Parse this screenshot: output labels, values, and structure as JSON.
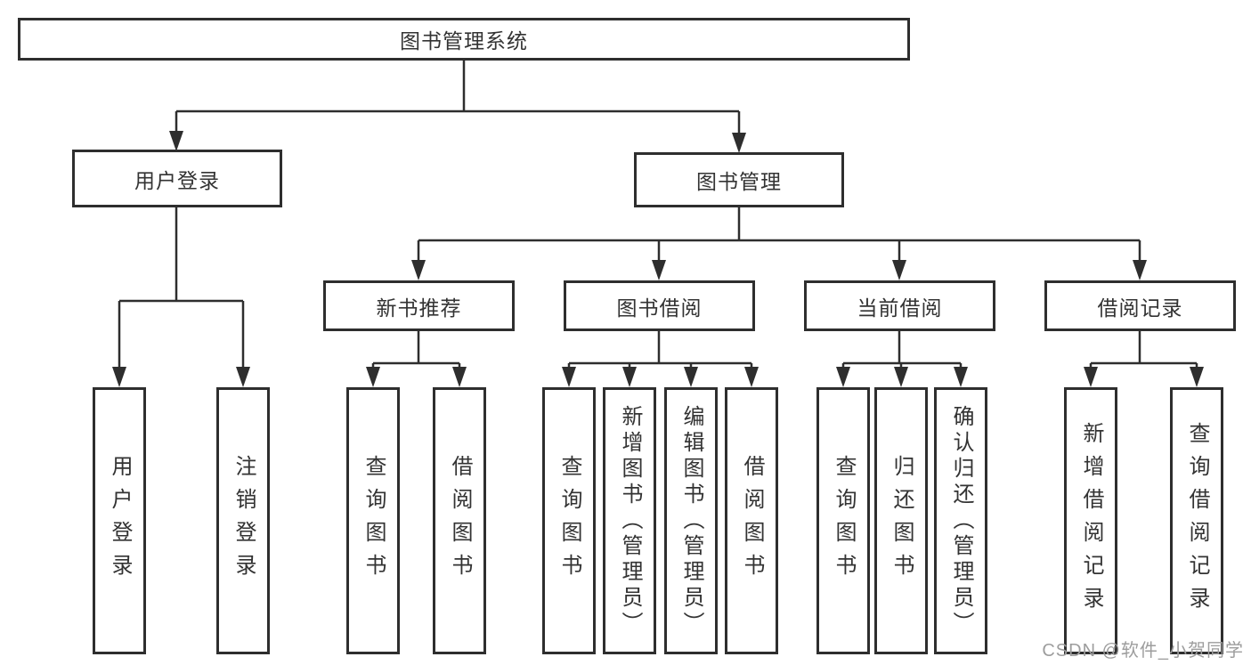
{
  "diagram": {
    "root": "图书管理系统",
    "level2": {
      "user_login": "用户登录",
      "book_management": "图书管理"
    },
    "user_login_children": [
      "用户登录",
      "注销登录"
    ],
    "modules": [
      "新书推荐",
      "图书借阅",
      "当前借阅",
      "借阅记录"
    ],
    "new_book_children": [
      "查询图书",
      "借阅图书"
    ],
    "book_borrow_children": [
      "查询图书",
      "新增图书（管理员）",
      "编辑图书（管理员）",
      "借阅图书"
    ],
    "current_borrow_children": [
      "查询图书",
      "归还图书",
      "确认归还（管理员）"
    ],
    "borrow_record_children": [
      "新增借阅记录",
      "查询借阅记录"
    ],
    "line_color": "#2e2e2e"
  },
  "watermark": "CSDN @软件_小贺同学"
}
